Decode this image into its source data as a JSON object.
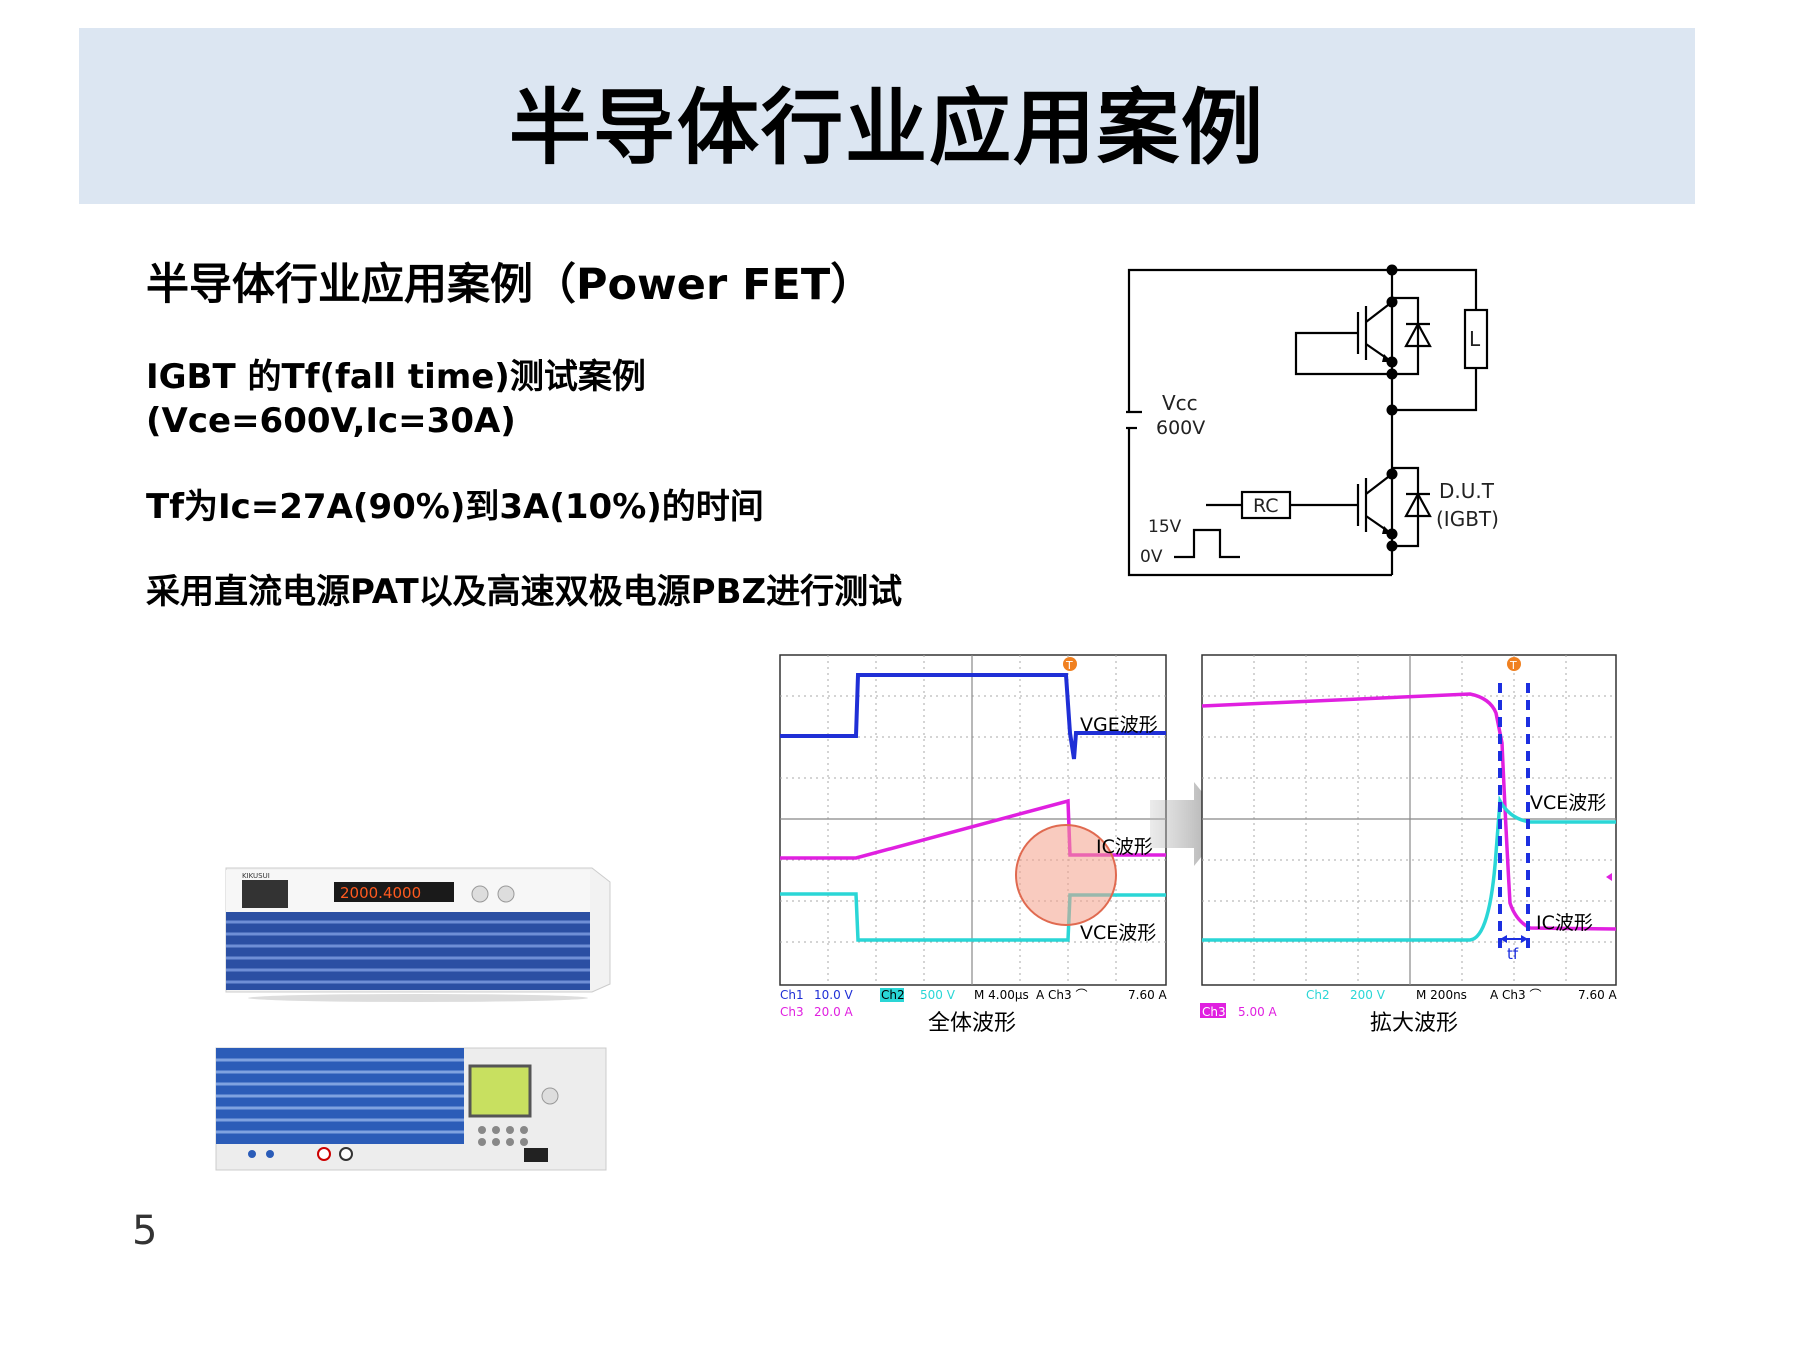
{
  "header": {
    "title": "半导体行业应用案例"
  },
  "content": {
    "subtitle": "半导体行业应用案例（Power FET）",
    "lines": [
      "IGBT 的Tf(fall time)测试案例",
      "(Vce=600V,Ic=30A)",
      "Tf为Ic=27A(90%)到3A(10%)的时间",
      "采用直流电源PAT以及高速双极电源PBZ进行测试"
    ]
  },
  "circuit": {
    "vcc_label": "Vcc",
    "vcc_value": "600V",
    "inductor_label": "L",
    "rc_label": "RC",
    "pulse_high": "15V",
    "pulse_low": "0V",
    "dut_label": "D.U.T",
    "dut_type": "(IGBT)"
  },
  "scope_full": {
    "caption": "全体波形",
    "labels": {
      "vge": "VGE波形",
      "ic": "IC波形",
      "vce": "VCE波形"
    },
    "status": {
      "ch1": "Ch1",
      "ch1_scale": "10.0 V",
      "ch2": "Ch2",
      "ch2_scale": "500 V",
      "timebase": "M 4.00μs",
      "trigger": "A  Ch3  ⌒",
      "trigger_level": "7.60 A",
      "ch3": "Ch3",
      "ch3_scale": "20.0 A"
    },
    "trigger_marker": "T"
  },
  "scope_zoom": {
    "caption": "拡大波形",
    "labels": {
      "vce": "VCE波形",
      "ic": "IC波形",
      "tf": "tf"
    },
    "status": {
      "ch2": "Ch2",
      "ch2_scale": "200 V",
      "timebase": "M 200ns",
      "trigger": "A  Ch3  ⌒",
      "trigger_level": "7.60 A",
      "ch3": "Ch3",
      "ch3_scale": "5.00 A"
    },
    "trigger_marker": "T"
  },
  "devices": {
    "pat_display": "2000.4000",
    "pat_brand": "KIKUSUI"
  },
  "footer": {
    "page_number": "5"
  },
  "colors": {
    "banner": "#dce6f2",
    "vge": "#1f2fd6",
    "ic": "#e020e0",
    "vce": "#2ad6d6",
    "marker": "#f08020",
    "tf_lines": "#1c2fe0"
  }
}
